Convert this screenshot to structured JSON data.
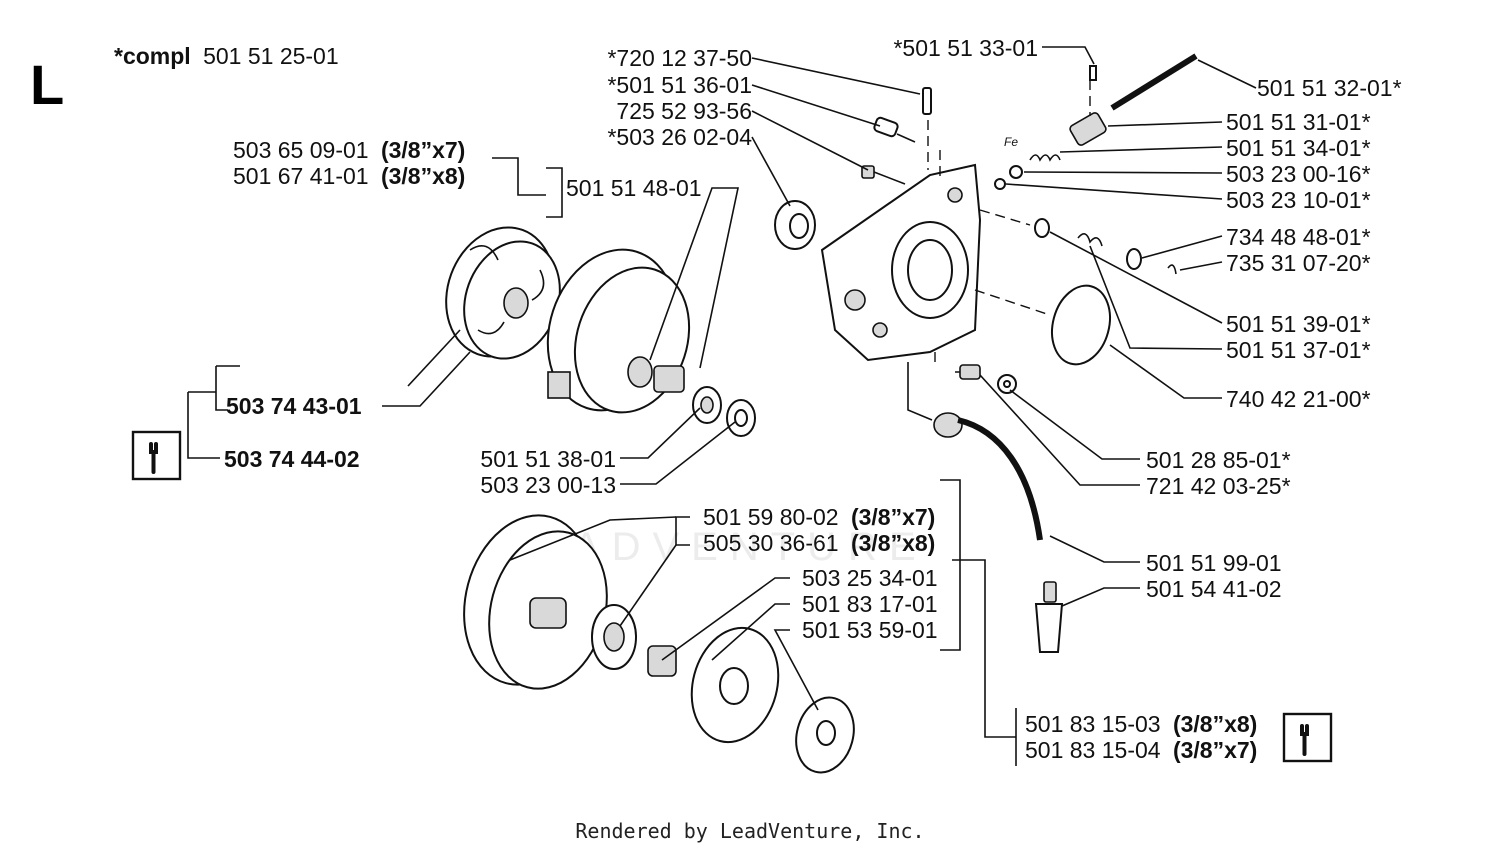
{
  "section_letter": "L",
  "compl": {
    "prefix": "*compl",
    "number": "501 51 25-01"
  },
  "watermark": "LEADVENTURE",
  "footer": "Rendered by LeadVenture, Inc.",
  "labels": {
    "l72012": "*720 12 37-50",
    "l501513601": "*501 51 36-01",
    "l72552": "725 52 93-56",
    "l50326": "*503 26 02-04",
    "l50365": "503 65 09-01",
    "l50365v": "(3/8”x7)",
    "l50167": "501 67 41-01",
    "l50167v": "(3/8”x8)",
    "l501514801": "501 51 48-01",
    "l50374a": "503 74 43-01",
    "l50374b": "503 74 44-02",
    "l501513801": "501 51 38-01",
    "l503230013": "503 23 00-13",
    "l501598002": "501 59 80-02",
    "l501598002v": "(3/8”x7)",
    "l505303661": "505 30 36-61",
    "l505303661v": "(3/8”x8)",
    "l503253401": "503 25 34-01",
    "l501831701": "501 83 17-01",
    "l501535901": "501 53 59-01",
    "l501831503": "501 83 15-03",
    "l501831503v": "(3/8”x8)",
    "l501831504": "501 83 15-04",
    "l501831504v": "(3/8”x7)",
    "l501513301": "*501 51 33-01",
    "l501513201": "501 51 32-01*",
    "l501513101": "501 51 31-01*",
    "l501513401": "501 51 34-01*",
    "l503230016": "503 23 00-16*",
    "l503231001": "503 23 10-01*",
    "l734484801": "734 48 48-01*",
    "l735310720": "735 31 07-20*",
    "l501513901": "501 51 39-01*",
    "l501513701": "501 51 37-01*",
    "l740422100": "740 42 21-00*",
    "l501288501": "501 28 85-01*",
    "l721420325": "721 42 03-25*",
    "l501519901": "501 51 99-01",
    "l501544102": "501 54 41-02",
    "fe_mark": "Fe"
  },
  "icons": [
    "wrench-icon",
    "wrench-icon"
  ]
}
